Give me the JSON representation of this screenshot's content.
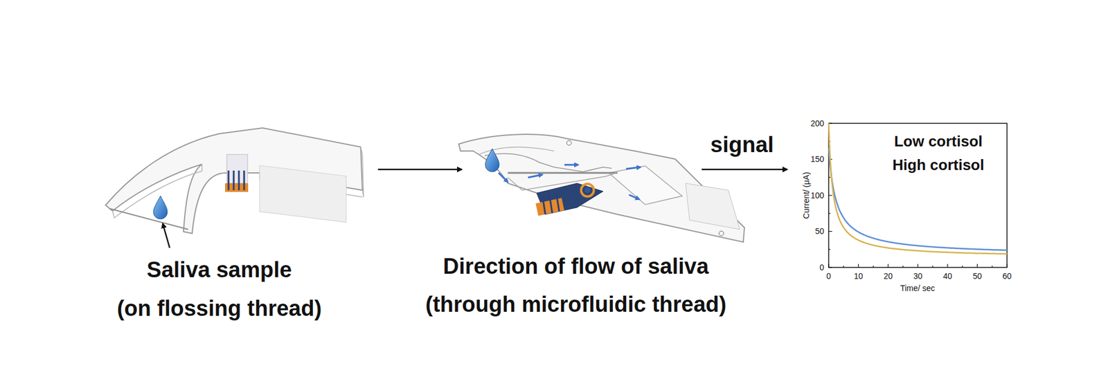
{
  "diagram": {
    "labels": [
      "Saliva sample",
      "(on flossing thread)",
      "Direction of flow of saliva",
      "(through microfluidic thread)",
      "signal",
      "Low cortisol",
      "High cortisol",
      "Current/ (μA)",
      "Time/ sec",
      "0",
      "50",
      "100",
      "150",
      "200",
      "0",
      "10",
      "20",
      "30",
      "40",
      "50",
      "60"
    ]
  }
}
